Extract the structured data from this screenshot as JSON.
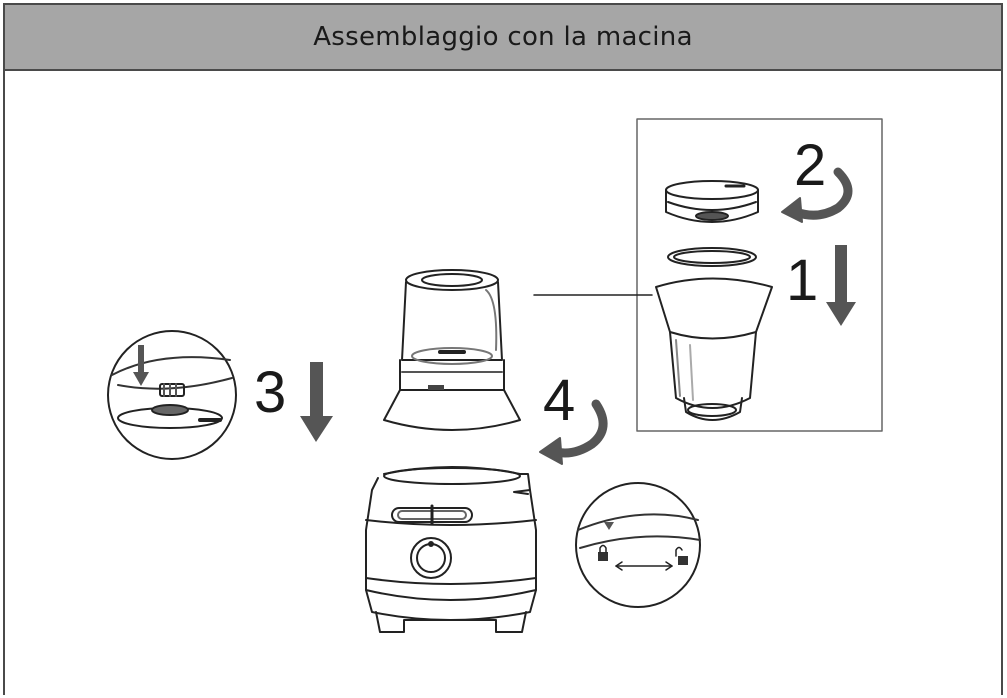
{
  "header": {
    "title": "Assemblaggio con la macina"
  },
  "steps": {
    "s1": "1",
    "s2": "2",
    "s3": "3",
    "s4": "4"
  },
  "colors": {
    "header_bg": "#a6a6a6",
    "border": "#4a4a4a",
    "arrow": "#555555",
    "line": "#222222"
  },
  "icons": {
    "down_arrow": "down-arrow-icon",
    "rotate_arrow": "rotate-clockwise-icon",
    "lock": "lock-closed-icon",
    "unlock": "lock-open-icon"
  }
}
